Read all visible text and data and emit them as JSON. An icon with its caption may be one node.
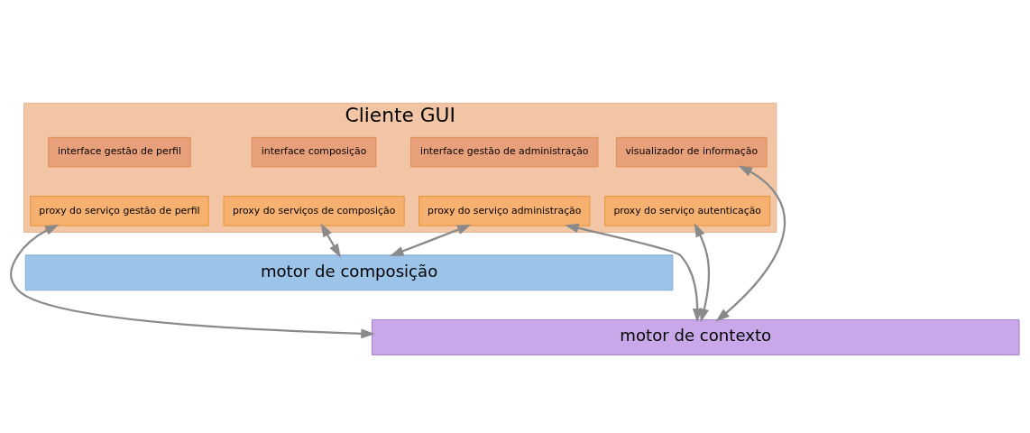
{
  "diagram": {
    "nodes": [
      {
        "text": [
          "Cliente GUI"
        ]
      },
      {
        "text": [
          "interface composição"
        ],
        "in": 0
      },
      {
        "text": [
          "interface gestão de perfil"
        ],
        "in": 0
      },
      {
        "text": [
          "interface gestão de administração"
        ],
        "in": 0
      },
      {
        "text": [
          "visualizador de informação"
        ],
        "in": 0
      },
      {
        "text": [
          "proxy do serviços de composição"
        ],
        "in": 0
      },
      {
        "text": [
          "proxy do serviço gestão de perfil"
        ],
        "in": 0
      },
      {
        "text": [
          "proxy do serviço administração"
        ],
        "in": 0
      },
      {
        "text": [
          "proxy do serviço autenticação"
        ],
        "in": 0
      },
      {
        "text": [
          "motor de composição"
        ]
      },
      {
        "text": [
          "motor de contexto"
        ]
      }
    ],
    "edges": [
      {
        "from": 5,
        "to": 9,
        "arrow": "both"
      },
      {
        "from": 6,
        "to": 10,
        "arrow": "both"
      },
      {
        "from": 7,
        "to": 9,
        "arrow": "both"
      },
      {
        "from": 7,
        "to": 10,
        "arrow": "both"
      },
      {
        "from": 4,
        "to": 10,
        "arrow": "both"
      },
      {
        "from": 8,
        "to": 10,
        "arrow": "both"
      }
    ]
  }
}
